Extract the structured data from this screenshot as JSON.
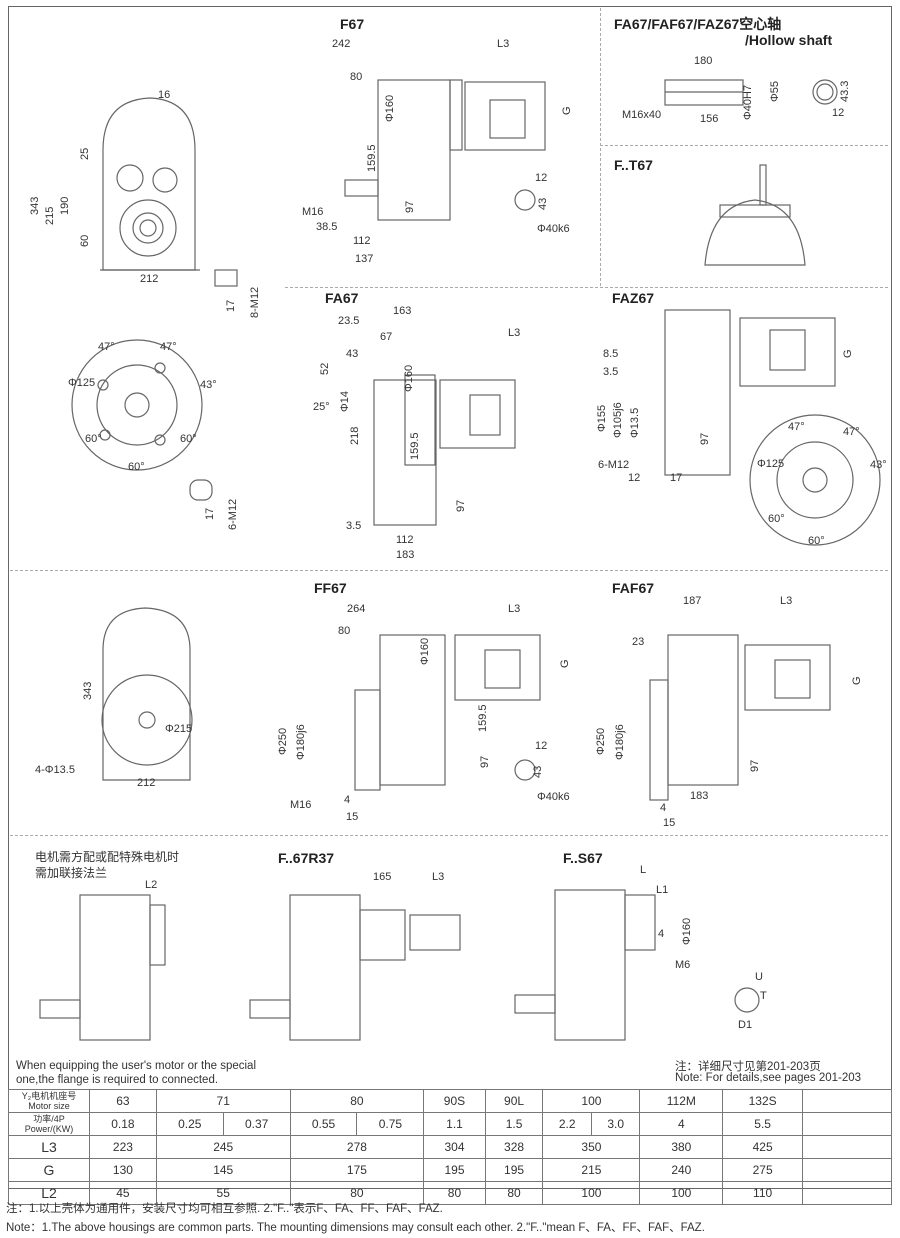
{
  "side_view": {
    "dims": [
      "16",
      "25",
      "343",
      "215",
      "190",
      "60",
      "212",
      "17",
      "8-M12"
    ]
  },
  "f67": {
    "title": "F67",
    "dims": [
      "242",
      "L3",
      "80",
      "Φ160",
      "G",
      "159.5",
      "M16",
      "38.5",
      "97",
      "112",
      "137",
      "12",
      "43",
      "Φ40k6"
    ]
  },
  "hollow": {
    "title_line1": "FA67/FAF67/FAZ67空心轴",
    "title_line2": "/Hollow shaft",
    "dims": [
      "180",
      "M16x40",
      "156",
      "Φ40H7",
      "Φ55",
      "43.3",
      "12"
    ]
  },
  "ft67": {
    "title": "F..T67"
  },
  "flange_view": {
    "dims": [
      "47°",
      "47°",
      "43°",
      "Φ125",
      "60°",
      "60°",
      "60°",
      "17",
      "6-M12"
    ]
  },
  "fa67": {
    "title": "FA67",
    "dims": [
      "163",
      "23.5",
      "L3",
      "67",
      "43",
      "52",
      "25°",
      "Φ14",
      "Φ160",
      "218",
      "159.5",
      "97",
      "3.5",
      "112",
      "183"
    ]
  },
  "faz67": {
    "title": "FAZ67",
    "dims": [
      "G",
      "8.5",
      "3.5",
      "Φ155",
      "Φ105j6",
      "Φ13.5",
      "97",
      "6-M12",
      "12",
      "17",
      "47°",
      "47°",
      "43°",
      "Φ125",
      "60°",
      "60°"
    ]
  },
  "ff67": {
    "title": "FF67",
    "dims": [
      "264",
      "L3",
      "80",
      "Φ160",
      "G",
      "159.5",
      "Φ250",
      "Φ180j6",
      "97",
      "M16",
      "4",
      "15",
      "12",
      "43",
      "Φ40k6"
    ]
  },
  "ff_side": {
    "dims": [
      "343",
      "Φ215",
      "4-Φ13.5",
      "212"
    ]
  },
  "faf67": {
    "title": "FAF67",
    "dims": [
      "187",
      "L3",
      "23",
      "G",
      "Φ250",
      "Φ180j6",
      "97",
      "183",
      "4",
      "15"
    ]
  },
  "adapter": {
    "note_line1": "电机需方配或配特殊电机时",
    "note_line2": "需加联接法兰",
    "dims": [
      "L2"
    ]
  },
  "fr37": {
    "title": "F..67R37",
    "dims": [
      "165",
      "L3"
    ]
  },
  "fs67": {
    "title": "F..S67",
    "dims": [
      "L",
      "L1",
      "4",
      "Φ160",
      "M6",
      "U",
      "T",
      "D1"
    ]
  },
  "notes": {
    "left_line1": "When equipping the user's motor or the special",
    "left_line2": "one,the flange is required to connected.",
    "right_line1": "注：详细尺寸见第201-203页",
    "right_line2": "Note: For details,see pages 201-203"
  },
  "table": {
    "motor_size_label": "Y₂电机机座号",
    "motor_size_label_en": "Motor size",
    "power_label": "功率/4P",
    "power_label_en": "Power/(KW)",
    "motor_sizes": [
      "63",
      "71",
      "80",
      "90S",
      "90L",
      "100",
      "112M",
      "132S"
    ],
    "powers": [
      "0.18",
      "0.25",
      "0.37",
      "0.55",
      "0.75",
      "1.1",
      "1.5",
      "2.2",
      "3.0",
      "4",
      "5.5"
    ],
    "rows": [
      {
        "label": "L3",
        "values": [
          "223",
          "245",
          "278",
          "304",
          "328",
          "350",
          "380",
          "425"
        ]
      },
      {
        "label": "G",
        "values": [
          "130",
          "145",
          "175",
          "195",
          "195",
          "215",
          "240",
          "275"
        ]
      },
      {
        "label": "L2",
        "values": [
          "45",
          "55",
          "80",
          "80",
          "80",
          "100",
          "100",
          "110"
        ]
      }
    ]
  },
  "footnotes": {
    "cn": "注：1.以上壳体为通用件，安装尺寸均可相互参照.   2.\"F..\"表示F、FA、FF、FAF、FAZ.",
    "en": "Note：1.The above housings are common parts. The mounting dimensions may consult each other.     2.\"F..\"mean F、FA、FF、FAF、FAZ."
  }
}
